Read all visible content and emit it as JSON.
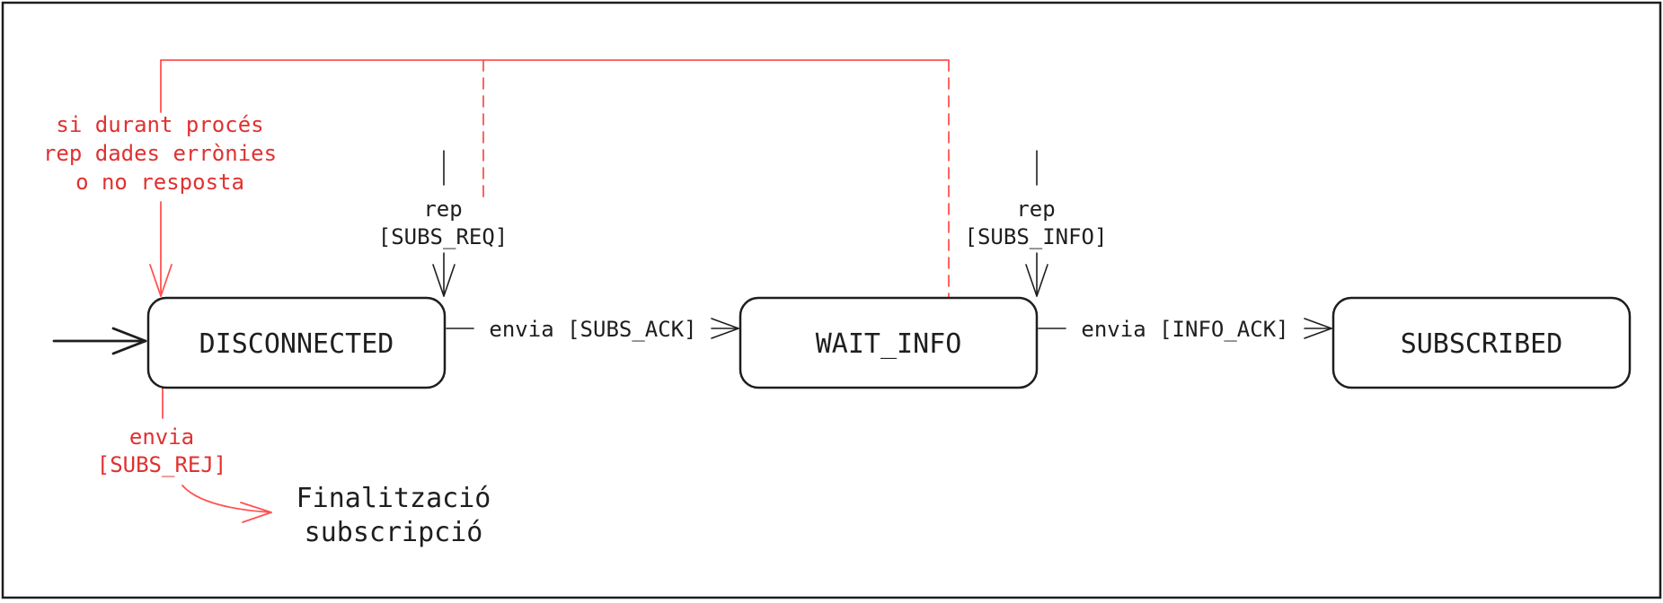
{
  "states": {
    "disconnected": "DISCONNECTED",
    "wait_info": "WAIT_INFO",
    "subscribed": "SUBSCRIBED"
  },
  "transitions": {
    "recv_subs_req": {
      "line1": "rep",
      "line2": "[SUBS_REQ]"
    },
    "send_subs_ack": "envia [SUBS_ACK]",
    "recv_subs_info": {
      "line1": "rep",
      "line2": "[SUBS_INFO]"
    },
    "send_info_ack": "envia [INFO_ACK]"
  },
  "error_condition": {
    "line1": "si durant procés",
    "line2": "rep dades errònies",
    "line3": "o no resposta"
  },
  "reject": {
    "line1": "envia",
    "line2": "[SUBS_REJ]"
  },
  "end": {
    "line1": "Finalització",
    "line2": "subscripció"
  },
  "colors": {
    "ink": "#1e1e1e",
    "error_line": "#ff5252",
    "error_text": "#e03131",
    "background": "#ffffff"
  }
}
